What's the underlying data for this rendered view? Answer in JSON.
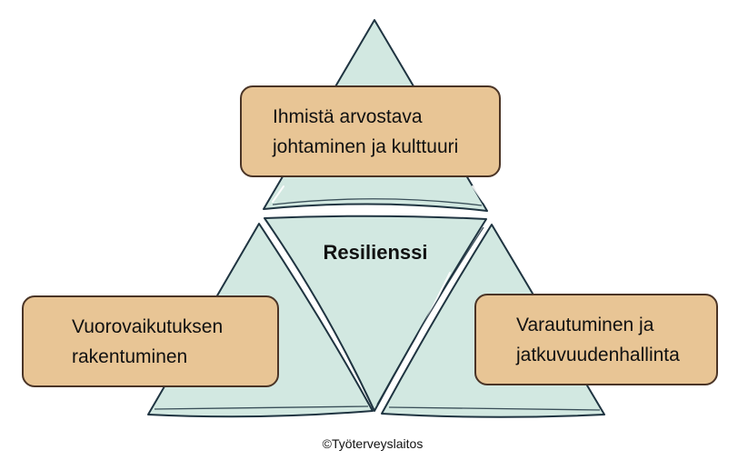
{
  "diagram": {
    "center_label": "Resilienssi",
    "factors": {
      "top": "Ihmistä arvostava\njohtaminen ja kulttuuri",
      "left": "Vuorovaikutuksen\nrakentuminen",
      "right": "Varautuminen ja\njatkuvuudenhallinta"
    },
    "copyright": "©Työterveyslaitos"
  },
  "colors": {
    "triangle_fill": "#d2e8e1",
    "triangle_stroke": "#1f3441",
    "box_fill": "#e8c595",
    "box_border": "#4a3426"
  }
}
